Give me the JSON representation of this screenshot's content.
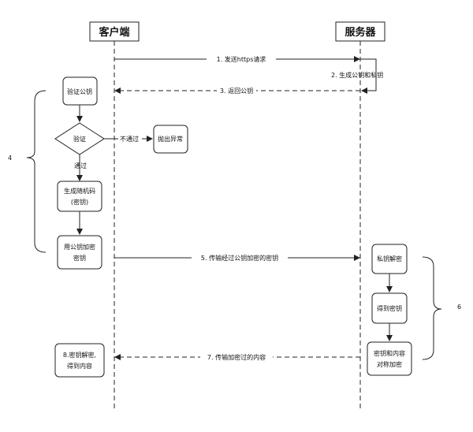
{
  "actors": {
    "client": "客户端",
    "server": "服务器"
  },
  "messages": {
    "m1": "1. 发送https请求",
    "m2": "2. 生成公钥和私钥",
    "m3": "3. 返回公钥",
    "m5": "5. 传输经过公钥加密的密钥",
    "m7": "7. 传输加密过的内容"
  },
  "client_steps": {
    "verify_pubkey": "验证公钥",
    "verify": "验证",
    "fail_label": "不通过",
    "throw_error": "抛出异常",
    "pass_label": "通过",
    "gen_random_l1": "生成随机码",
    "gen_random_l2": "(密钥)",
    "encrypt_l1": "用公钥加密",
    "encrypt_l2": "密钥",
    "decrypt_l1": "8.密钥解密,",
    "decrypt_l2": "得到内容"
  },
  "server_steps": {
    "private_decrypt": "私钥解密",
    "get_key": "得到密钥",
    "sym_l1": "密钥和内容",
    "sym_l2": "对称加密"
  },
  "brackets": {
    "left": "4",
    "right": "6"
  }
}
